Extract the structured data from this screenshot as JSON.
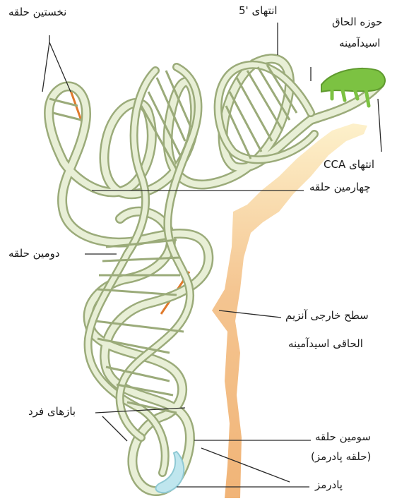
{
  "labels": {
    "first_loop": "نخستین حلقه",
    "five_prime_end": "انتهای '5",
    "amino_acid_region_1": "حوزه الحاق",
    "amino_acid_region_2": "اسیدآمینه",
    "cca_end": "انتهای CCA",
    "fourth_loop": "چهارمین حلقه",
    "second_loop": "دومین حلقه",
    "enzyme_surface_1": "سطح خارجی آنزیم",
    "enzyme_surface_2": "الحاقی اسیدآمینه",
    "unpaired_bases": "بازهای فرد",
    "third_loop_1": "سومین حلقه",
    "third_loop_2": "(حلقه پادرمز)",
    "anticodon": "پادرمز"
  },
  "colors": {
    "backbone_fill": "#e8efd6",
    "backbone_stroke": "#9bab7a",
    "enzyme_orange": "#f1b37a",
    "enzyme_yellow": "#fbe7b5",
    "amino_acid_green": "#7cc242",
    "anticodon_blue": "#bfe6ee",
    "tertiary_bond": "#e07a2c",
    "leader_line": "#2a2a2a"
  }
}
